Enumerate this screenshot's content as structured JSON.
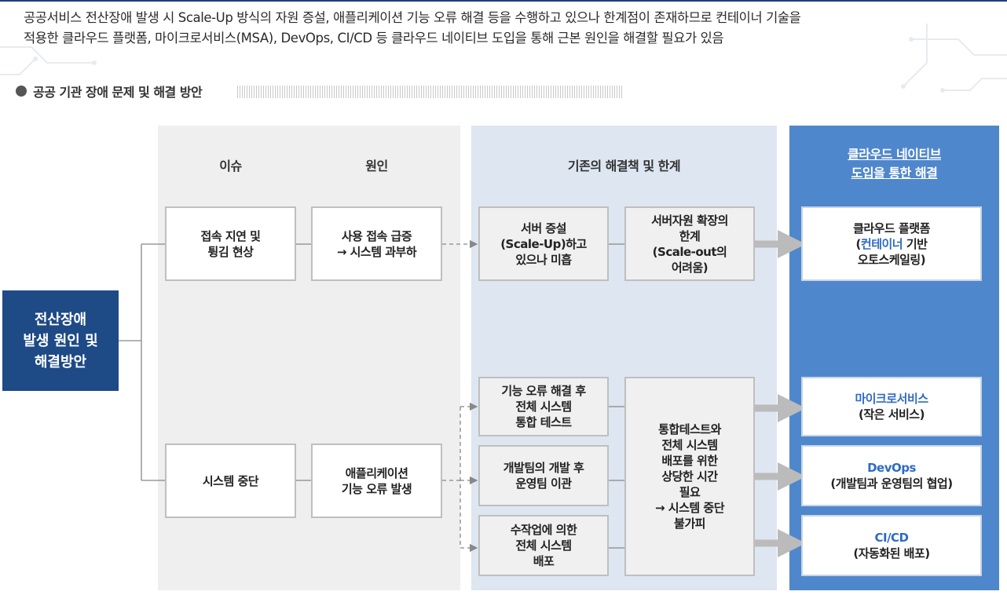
{
  "intro": {
    "line1": "공공서비스 전산장애 발생 시 Scale-Up 방식의 자원 증설, 애플리케이션 기능 오류 해결 등을 수행하고 있으나 한계점이 존재하므로 컨테이너 기술을",
    "line2": "적용한 클라우드 플랫폼, 마이크로서비스(MSA), DevOps, CI/CD 등 클라우드 네이티브 도입을 통해 근본 원인을 해결할 필요가 있음"
  },
  "section_title": "공공 기관 장애 문제 및 해결 방안",
  "columns": {
    "issue": "이슈",
    "cause": "원인",
    "existing": "기존의 해결책 및 한계",
    "cloud_line1": "클라우드 네이티브",
    "cloud_line2": "도입을 통한 해결"
  },
  "root": {
    "line1": "전산장애",
    "line2": "발생 원인 및",
    "line3": "해결방안"
  },
  "issues": [
    {
      "line1": "접속 지연 및",
      "line2": "튕김 현상"
    },
    {
      "line1": "시스템 중단"
    }
  ],
  "causes": [
    {
      "line1": "사용 접속 급증",
      "line2": "→ 시스템 과부하"
    },
    {
      "line1": "애플리케이션",
      "line2": "기능 오류 발생"
    }
  ],
  "solutions": [
    {
      "line1": "서버 증설",
      "line2": "(Scale-Up)하고",
      "line3": "있으나 미흡"
    },
    {
      "line1": "기능 오류 해결 후",
      "line2": "전체 시스템",
      "line3": "통합 테스트"
    },
    {
      "line1": "개발팀의 개발 후",
      "line2": "운영팀 이관"
    },
    {
      "line1": "수작업에 의한",
      "line2": "전체 시스템",
      "line3": "배포"
    }
  ],
  "limits": [
    {
      "line1": "서버자원 확장의",
      "line2": "한계",
      "line3": "(Scale-out의",
      "line4": "어려움)"
    },
    {
      "line1": "통합테스트와",
      "line2": "전체 시스템",
      "line3": "배포를 위한",
      "line4": "상당한 시간",
      "line5": "필요",
      "line6": "→ 시스템 중단",
      "line7": "불가피"
    }
  ],
  "cloud": [
    {
      "line1": "클라우드 플랫폼",
      "line2_open": "(",
      "line2_highlight": "컨테이너",
      "line2_rest": " 기반",
      "line3": "오토스케일링)"
    },
    {
      "title": "마이크로서비스",
      "desc": "(작은 서비스)"
    },
    {
      "title": "DevOps",
      "desc": "(개발팀과 운영팀의 협업)"
    },
    {
      "title": "CI/CD",
      "desc": "(자동화된 배포)"
    }
  ],
  "colors": {
    "root_bg": "#1e4a86",
    "panel_issue": "#efefef",
    "panel_existing": "#dde6f1",
    "panel_cloud": "#4f87cc",
    "highlight_text": "#2f6bc4"
  }
}
